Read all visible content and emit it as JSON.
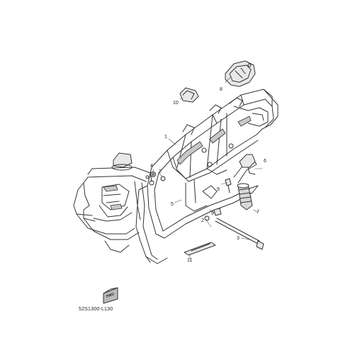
{
  "diagram": {
    "part_labels": {
      "p1": "1",
      "p2a": "2",
      "p2b": "2",
      "p3": "3",
      "p4": "4",
      "p5": "5",
      "p6": "6",
      "p7": "7",
      "p8": "8",
      "p9a": "9",
      "p9b": "9",
      "p10": "10",
      "p11": "11"
    },
    "front_badge": "FWD",
    "drawing_code": "52S1300-L130"
  },
  "colors": {
    "line": "#333333",
    "shade": "#c8c8c8",
    "background": "#ffffff"
  }
}
